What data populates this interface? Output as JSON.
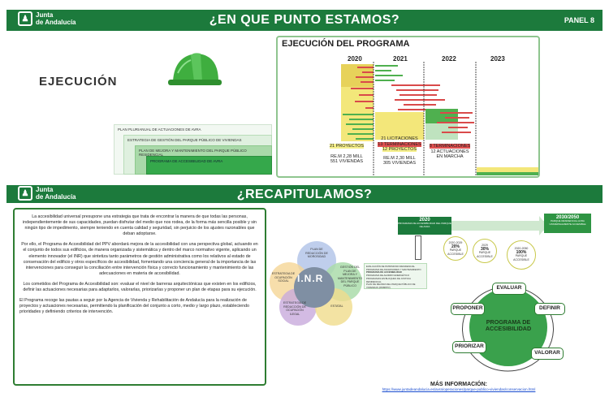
{
  "header": {
    "logo_line1": "Junta",
    "logo_line2": "de Andalucía",
    "title": "¿EN QUE PUNTO ESTAMOS?",
    "panel": "PANEL 8"
  },
  "left_top": {
    "word": "EJECUCIÓN",
    "stack": [
      "PLAN PLURIANUAL DE ACTUACIONES DE AVRA",
      "ESTRATEGIA DE GESTIÓN DEL PARQUE PÚBLICO DE VIVIENDAS",
      "PLAN DE MEJORA Y MANTENIMIENTO DEL PARQUE PÚBLICO RESIDENCIAL",
      "PROGRAMA DE ACCESIBILIDAD DE AVRA"
    ]
  },
  "programa": {
    "title": "EJECUCIÓN DEL PROGRAMA",
    "years": [
      "2020",
      "2021",
      "2022",
      "2023"
    ],
    "col2020": {
      "line1": "21 PROYECTOS",
      "line2": "RE.M 2,28 MILL",
      "line3": "551 VIVIENDAS"
    },
    "col2021": {
      "line1": "21 LICITACIONES",
      "line2": "13 TERMINACIONES",
      "line3": "12 PROYECTOS",
      "line4": "RE.M 2,30 MILL",
      "line5": "305 VIVIENDAS"
    },
    "col2022": {
      "line1": "8 TERMINACIONES",
      "line2": "12 ACTUACIONES",
      "line3": "EN MARCHA"
    }
  },
  "mid": {
    "logo_line1": "Junta",
    "logo_line2": "de Andalucía",
    "title": "¿RECAPITULAMOS?"
  },
  "text": {
    "p1": "La accesibilidad universal presupone una estrategia que trata de encontrar la manera de que todas las personas, independientemente de sus capacidades, puedan disfrutar del medio que nos rodea, de la forma más sencilla posible y sin ningún tipo de impedimento, siempre teniendo en cuenta calidad y seguridad, sin perjuicio de los ajustes razonables que deban adoptarse.",
    "p2": "Por ello, el Programa de Accesibilidad del PPV abordará mejora de la accesibilidad con una perspectiva global, actuando en el conjunto de todos sus edificios, de manera organizada y sistemática y dentro del marco normativo vigente, aplicando un elemento innovador (el INR) que sintetiza tanto parámetros de gestión administrativa como los relativos al estado de conservación del edificio y otros específicos de accesibilidad, fomentando una conciencia general de la importancia de las intervenciones para conseguir la conciliación entre intervención física y correcto funcionamiento y mantenimiento de las adecuaciones en materia de accesibilidad.",
    "p3": "Los cometidos del Programa de Accesibilidad son: evaluar el nivel de barreras arquitectónicas que existen en los edificios, definir las actuaciones necesarias para adaptarlos, valorarlas, priorizarlas y proponer un plan de etapas para su ejecución.",
    "p4": "El Programa recoge las pautas a seguir por la Agencia de Vivienda y Rehabilitación de Andalucía para la realización de proyectos y actuaciones necesarias, permitiendo la planificación del conjunto a corto, medio y largo plazo, estableciendo prioridades y definiendo criterios de intervención."
  },
  "inr": {
    "center": "I.N.R",
    "labels": [
      "PLAN DE REDUCCIÓN DE MOROSIDAD",
      "ESTRATEGIA DE OCUPACIÓN SOCIAL",
      "GESTIÓN DEL PLAN DE MEJORA Y MANTENIMIENTO DEL PARQUE PÚBLICO",
      "ESTRATEGIA DE REDUCCIÓN DE OCUPACIÓN ILEGAL",
      "ESTATAL"
    ],
    "bullets": [
      "EVALUACIÓN DE PATRIMONIO RESIDENCIAL",
      "PROGRAMA DE ASCENSORES Y MANTENIMIENTO",
      "PROGRAMA DE ACCESIBILIDAD",
      "PROGRAMA DE AHORRO ENERGÉTICO",
      "PROGRAMAS EN BLOQUES DE JUSTICIA RESIDENCIAL",
      "PLAN DE MEJORA DEL PARQUE PÚBLICO DE VIVIENDAS (PMMPPV)"
    ]
  },
  "timeline": {
    "start_year": "2020",
    "start_sub": "PROGRAMA DE ACCESIBILIDAD DEL PARQUE DE AVRA",
    "end_year": "2030/2050",
    "end_sub": "PARQUE RESIDENCIAL AVRA UNIVERSALMENTE ACCESIBLE",
    "c1": {
      "years": "2020-2029",
      "pct": "20%",
      "sub": "PARQUE ACCESIBLE"
    },
    "c2": {
      "years": "2029",
      "pct": "30%",
      "sub": "PARQUE ACCESIBLE"
    },
    "c3": {
      "years": "2020-2050",
      "pct": "100%",
      "sub": "PARQUE ACCESIBLE"
    }
  },
  "cycle": {
    "center": "PROGRAMA DE ACCESIBILIDAD",
    "steps": [
      "EVALUAR",
      "DEFINIR",
      "VALORAR",
      "PRIORIZAR",
      "PROPONER"
    ]
  },
  "more": {
    "title": "MÁS INFORMACIÓN:",
    "url": "https://www.juntadeandalucia.es/avra/operaciones/parque-publico-viviendas/conservacion.html"
  },
  "colors": {
    "brand_green": "#1c7a3c",
    "accent_red": "#e05050",
    "accent_yellow": "#f5ef8a"
  }
}
